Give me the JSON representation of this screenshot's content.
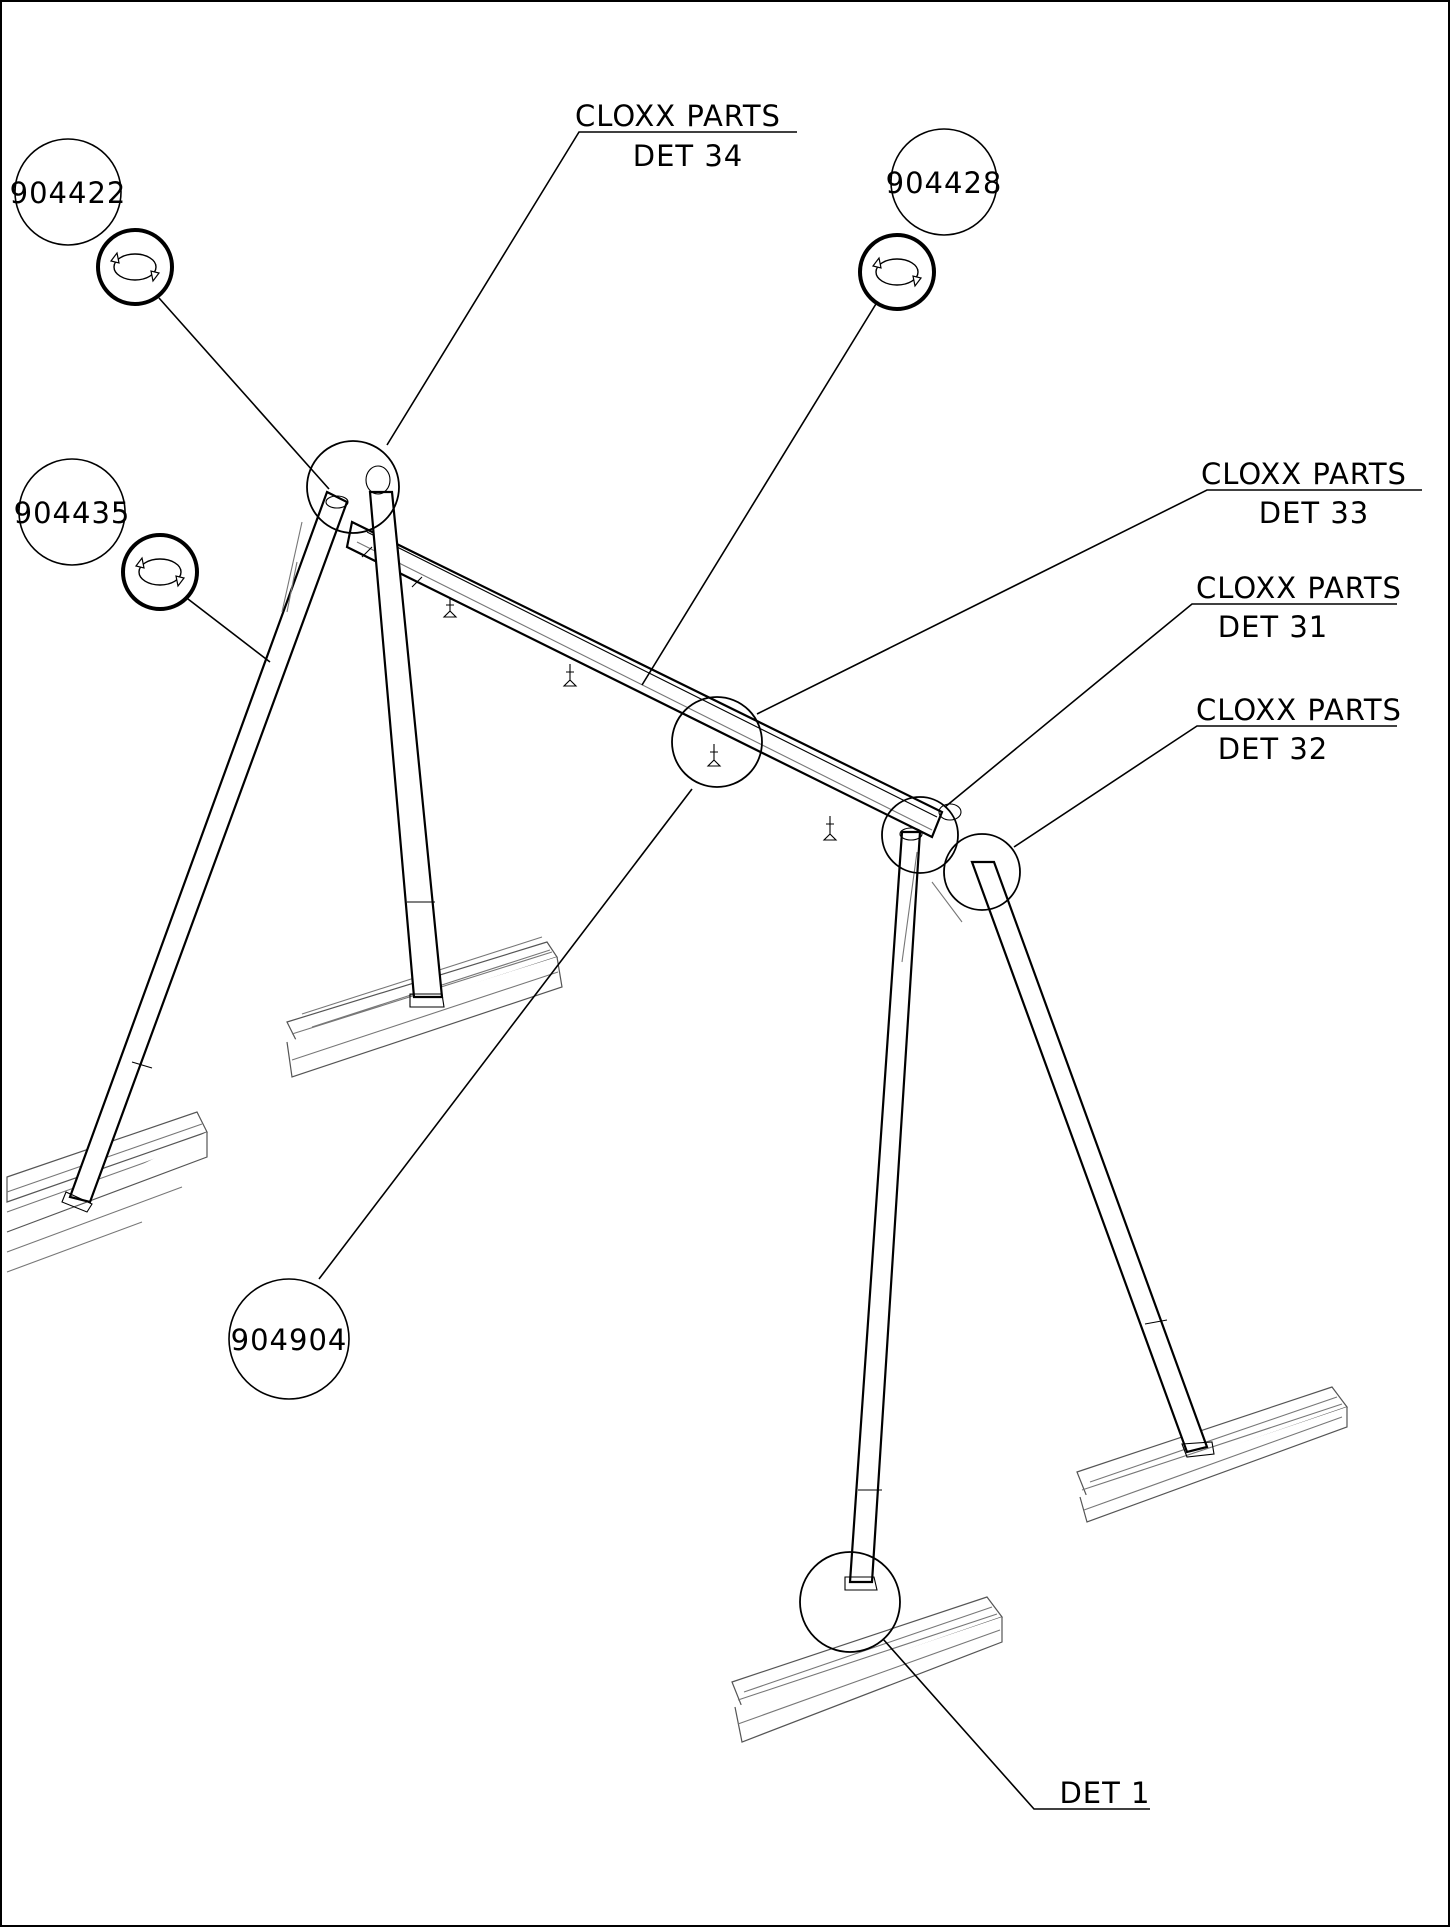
{
  "callouts": {
    "det34": {
      "line1": "CLOXX PARTS",
      "line2": "DET 34"
    },
    "det33": {
      "line1": "CLOXX PARTS",
      "line2": "DET 33"
    },
    "det31": {
      "line1": "CLOXX PARTS",
      "line2": "DET 31"
    },
    "det32": {
      "line1": "CLOXX PARTS",
      "line2": "DET 32"
    },
    "det1": {
      "line1": "DET 1"
    }
  },
  "part_bubbles": {
    "p904422": "904422",
    "p904428": "904428",
    "p904435": "904435",
    "p904904": "904904"
  },
  "icons": [
    "rotate-part-icon"
  ],
  "colors": {
    "ink": "#000000",
    "paper": "#ffffff"
  }
}
